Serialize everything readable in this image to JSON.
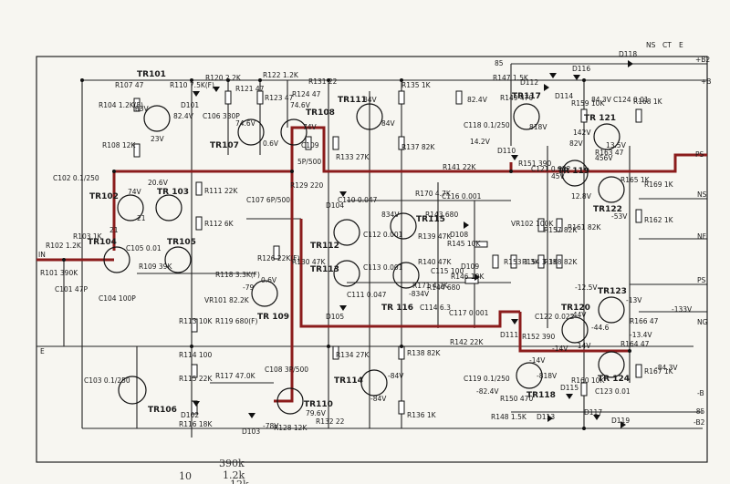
{
  "transistors": [
    {
      "id": "t101",
      "label": "TR101"
    },
    {
      "id": "t102",
      "label": "TR102"
    },
    {
      "id": "t103",
      "label": "TR 103"
    },
    {
      "id": "t104",
      "label": "TR104"
    },
    {
      "id": "t105",
      "label": "TR105"
    },
    {
      "id": "t106",
      "label": "TR106"
    },
    {
      "id": "t107",
      "label": "TR107"
    },
    {
      "id": "t108",
      "label": "TR108"
    },
    {
      "id": "t109",
      "label": "TR 109"
    },
    {
      "id": "t110",
      "label": "TR110"
    },
    {
      "id": "t111",
      "label": "TR111"
    },
    {
      "id": "t112",
      "label": "TR112"
    },
    {
      "id": "t113",
      "label": "TR113"
    },
    {
      "id": "t114",
      "label": "TR114"
    },
    {
      "id": "t115",
      "label": "TR115"
    },
    {
      "id": "t116",
      "label": "TR 116"
    },
    {
      "id": "t117",
      "label": "TR117"
    },
    {
      "id": "t118",
      "label": "TR118"
    },
    {
      "id": "t119",
      "label": "TR 119"
    },
    {
      "id": "t120",
      "label": "TR120"
    },
    {
      "id": "t121",
      "label": "TR 121"
    },
    {
      "id": "t122",
      "label": "TR122"
    },
    {
      "id": "t123",
      "label": "TR123"
    },
    {
      "id": "t124",
      "label": "TR 124"
    }
  ],
  "diodes": [
    {
      "id": "d101",
      "label": "D101"
    },
    {
      "id": "d102",
      "label": "D102"
    },
    {
      "id": "d103",
      "label": "D103"
    },
    {
      "id": "d104",
      "label": "D104"
    },
    {
      "id": "d105",
      "label": "D105"
    },
    {
      "id": "d108",
      "label": "D108"
    },
    {
      "id": "d109",
      "label": "D109"
    },
    {
      "id": "d110",
      "label": "D110"
    },
    {
      "id": "d111",
      "label": "D111"
    },
    {
      "id": "d112",
      "label": "D112"
    },
    {
      "id": "d113",
      "label": "D113"
    },
    {
      "id": "d114",
      "label": "D114"
    },
    {
      "id": "d115",
      "label": "D115"
    },
    {
      "id": "d116",
      "label": "D116"
    },
    {
      "id": "d117",
      "label": "D117"
    },
    {
      "id": "d118",
      "label": "D118"
    },
    {
      "id": "d119",
      "label": "D119"
    }
  ],
  "components": {
    "r101": "R101 390K",
    "r102": "R102 1.2K",
    "r103": "R103 1K",
    "c101": "C101 47P",
    "c102": "C102 0.1/250",
    "c103": "C103 0.1/250",
    "c104": "C104 100P",
    "c105": "C105 0.01",
    "r109": "R109 39K",
    "r104": "R104 1.2K(F)",
    "r107": "R107 47",
    "r108": "R108 12K",
    "r110": "R110 7.5K(F)",
    "r111": "R111 22K",
    "r112": "R112 6K",
    "r113": "R113 10K",
    "r114": "R114 100",
    "r115": "R115 22K",
    "r116": "R116 18K",
    "r117": "R117 47.0K",
    "r118": "R118 3.3K(F)",
    "r119": "R119 680(F)",
    "vr101": "VR101 82.2K",
    "r120": "R120 2.2K",
    "c106": "C106 330P",
    "r121": "R121 47",
    "r122": "R122 1.2K",
    "r123": "R123 47",
    "r124": "R124 47",
    "r126": "R126 22K(F)",
    "c107": "C107 6P/500",
    "c108": "C108 3P/500",
    "r128": "R128 12K",
    "r129": "R129 220",
    "r130": "R130 47K",
    "r131": "R131 22",
    "r132": "R132 22",
    "c109": "C109",
    "c109v": "5P/500",
    "r133": "R133 27K",
    "r134": "R134 27K",
    "r135": "R135 1K",
    "r136": "R136 1K",
    "r137": "R137 82K",
    "r138": "R138 82K",
    "c110": "C110 0.047",
    "c111": "C111 0.047",
    "c112": "C112 0.001",
    "c113": "C113 0.001",
    "r139": "R139 47K",
    "r140": "R140 47K",
    "r143": "R143 680",
    "r144": "R144 680",
    "r145": "R145 10K",
    "r146": "R146 10K",
    "r170": "R170 4.7K",
    "r171": "R171 4.7K",
    "c114": "C114 6.3",
    "c115": "C115 100",
    "c116": "C116 0.001",
    "c117": "C117 0.001",
    "r141": "R141 22K",
    "r142": "R142 22K",
    "c118": "C118 0.1/250",
    "c119": "C119 0.1/250",
    "r147": "R147 1.5K",
    "r148": "R148 1.5K",
    "r149": "R149 470",
    "r150": "R150 470",
    "vr102": "VR102 100K",
    "r151": "R151 390",
    "r152": "R152 390",
    "c121": "C121 0.022",
    "c122": "C122 0.022",
    "r153": "R153 3.3K",
    "r154": "R154 3.3K",
    "r157": "R157 82K",
    "r158": "R158 82K",
    "r159": "R159 10K",
    "r160": "R160 10K",
    "r161": "R161 82K",
    "r162": "R162 1K",
    "r163": "R163 47",
    "r164": "R164 47",
    "r165": "R165 1K",
    "r166": "R166 47",
    "r167": "R167 1K",
    "r168": "R168 1K",
    "r169": "R169 1K",
    "c123": "C123 0.01",
    "c124": "C124 0.01"
  },
  "voltages": {
    "v83": "83V",
    "v23": "23V",
    "v824": "82.4V",
    "v746a": "74.6V",
    "v746b": "74.6V",
    "v74a": "74V",
    "v74b": "74V",
    "v206": "20.6V",
    "v06": "0.6V",
    "v21a": "21",
    "v21b": "21",
    "v79": "-79",
    "v06b": "0.6V",
    "v796": "79.6V",
    "v78": "-78V",
    "v84a": "84V",
    "v84b": "84V",
    "v834": "834V",
    "v834b": "-834V",
    "v84c": "-84V",
    "v84d": "-84V",
    "v824b": "82.4V",
    "v142": "14.2V",
    "v818": "818V",
    "v843": "84.3V",
    "v142b": "142V",
    "v82": "82V",
    "v456": "456V",
    "v45": "45V",
    "v135": "13.5V",
    "v128": "12.8V",
    "v53": "-53V",
    "v125": "-12.5V",
    "v13": "-13V",
    "v44": "-44V",
    "v446": "-44.6",
    "v14a": "-14V",
    "v14b": "-14V",
    "v134": "-13.4V",
    "v824c": "-82.4V",
    "v818b": "-818V",
    "v843b": "-84.3V",
    "v14c": "-14V"
  },
  "terminals": {
    "ns": "NS",
    "ct": "CT",
    "e_top": "E",
    "b82": "+B2",
    "b8": "+B",
    "b85": "85",
    "ps": "PS",
    "ns_mid": "NS",
    "nf": "NF",
    "ps2": "PS",
    "v133": "-133V",
    "ng": "NG",
    "nb": "-B",
    "n85": "-85",
    "nb2": "-B2",
    "in": "IN",
    "e_left": "E"
  },
  "annotations": {
    "hand1": "390k",
    "hand2": "1.2k",
    "hand3": "12k",
    "pagenum": "10"
  }
}
